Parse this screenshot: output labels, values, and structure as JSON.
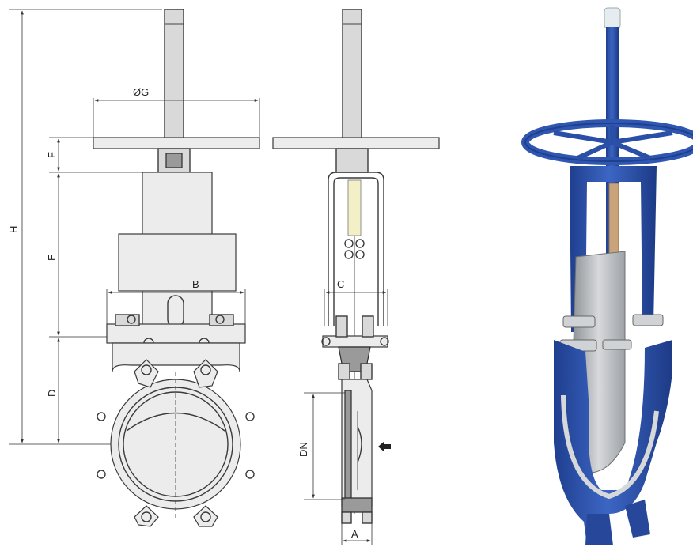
{
  "labels": {
    "g": "ØG",
    "f": "F",
    "h": "H",
    "e": "E",
    "b": "B",
    "d": "D",
    "c": "C",
    "dn": "DN",
    "a": "A"
  },
  "colors": {
    "valve_blue": "#2f56b0",
    "valve_blue_dark": "#1f3f8f",
    "gate_steel": "#b9bcbf",
    "drawing_line": "#3a3a3a"
  }
}
